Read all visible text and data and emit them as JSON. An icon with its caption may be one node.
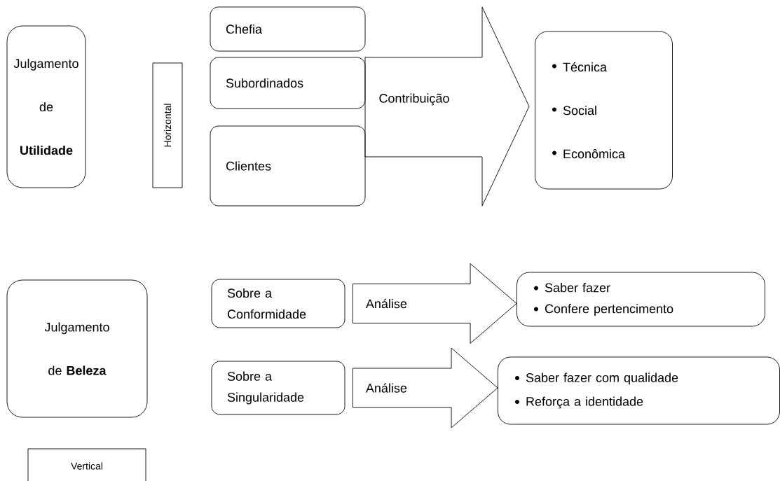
{
  "diagram": {
    "nodes": [
      {
        "text": [
          "Julgamento de **Utilidade**"
        ]
      },
      {
        "text": [
          "Horizontal"
        ]
      },
      {
        "text": [
          "Chefia"
        ]
      },
      {
        "text": [
          "Subordinados"
        ]
      },
      {
        "text": [
          "Clientes"
        ]
      },
      {
        "text": [
          "Contribuição"
        ]
      },
      {
        "text": [
          "Técnica",
          "Social",
          "Econômica"
        ]
      },
      {
        "text": [
          "Julgamento de **Beleza**"
        ]
      },
      {
        "text": [
          "Vertical"
        ]
      },
      {
        "text": [
          "Sobre a Conformidade"
        ]
      },
      {
        "text": [
          "Saber fazer",
          "Confere pertencimento"
        ]
      },
      {
        "text": [
          "Sobre a Singularidade"
        ]
      },
      {
        "text": [
          "Saber fazer com qualidade",
          "Reforça a identidade"
        ]
      }
    ],
    "edges": [
      {
        "from": 9,
        "to": 10,
        "arrow": "to",
        "label": "Análise"
      },
      {
        "from": 11,
        "to": 12,
        "arrow": "to",
        "label": "Análise"
      }
    ]
  }
}
